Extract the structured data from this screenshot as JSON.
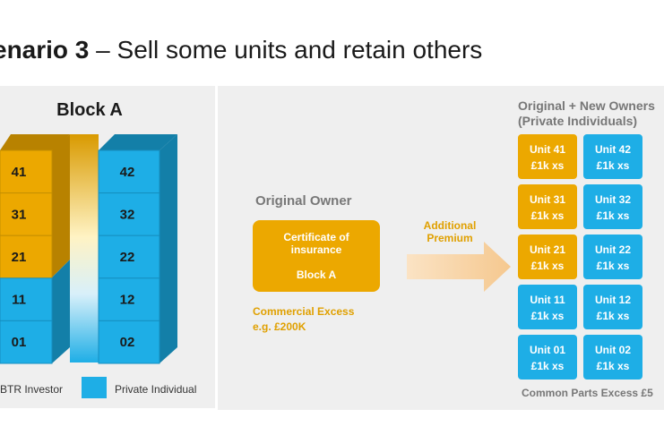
{
  "title": {
    "bold": "enario 3",
    "rest": " – Sell some units and retain others"
  },
  "block": {
    "title": "Block A",
    "left_units": [
      "41",
      "31",
      "21",
      "11",
      "01"
    ],
    "right_units": [
      "42",
      "32",
      "22",
      "12",
      "02"
    ]
  },
  "legend": {
    "btr": "BTR Investor",
    "private": "Private Individual"
  },
  "original_owner": {
    "label": "Original Owner",
    "certificate_line1": "Certificate of",
    "certificate_line2": "insurance",
    "certificate_block": "Block A",
    "excess_line1": "Commercial Excess",
    "excess_line2": "e.g. £200K"
  },
  "arrow": {
    "line1": "Additional",
    "line2": "Premium"
  },
  "new_owners": {
    "line1": "Original + New Owners",
    "line2": "(Private Individuals)",
    "units": [
      {
        "name": "Unit 41",
        "excess": "£1k xs"
      },
      {
        "name": "Unit 42",
        "excess": "£1k xs"
      },
      {
        "name": "Unit 31",
        "excess": "£1k xs"
      },
      {
        "name": "Unit 32",
        "excess": "£1k xs"
      },
      {
        "name": "Unit 21",
        "excess": "£1k xs"
      },
      {
        "name": "Unit 22",
        "excess": "£1k xs"
      },
      {
        "name": "Unit 11",
        "excess": "£1k xs"
      },
      {
        "name": "Unit 12",
        "excess": "£1k xs"
      },
      {
        "name": "Unit 01",
        "excess": "£1k xs"
      },
      {
        "name": "Unit 02",
        "excess": "£1k xs"
      }
    ],
    "common_parts": "Common Parts Excess £5"
  },
  "colors": {
    "gold": "#eca800",
    "blue": "#1eaee6"
  }
}
